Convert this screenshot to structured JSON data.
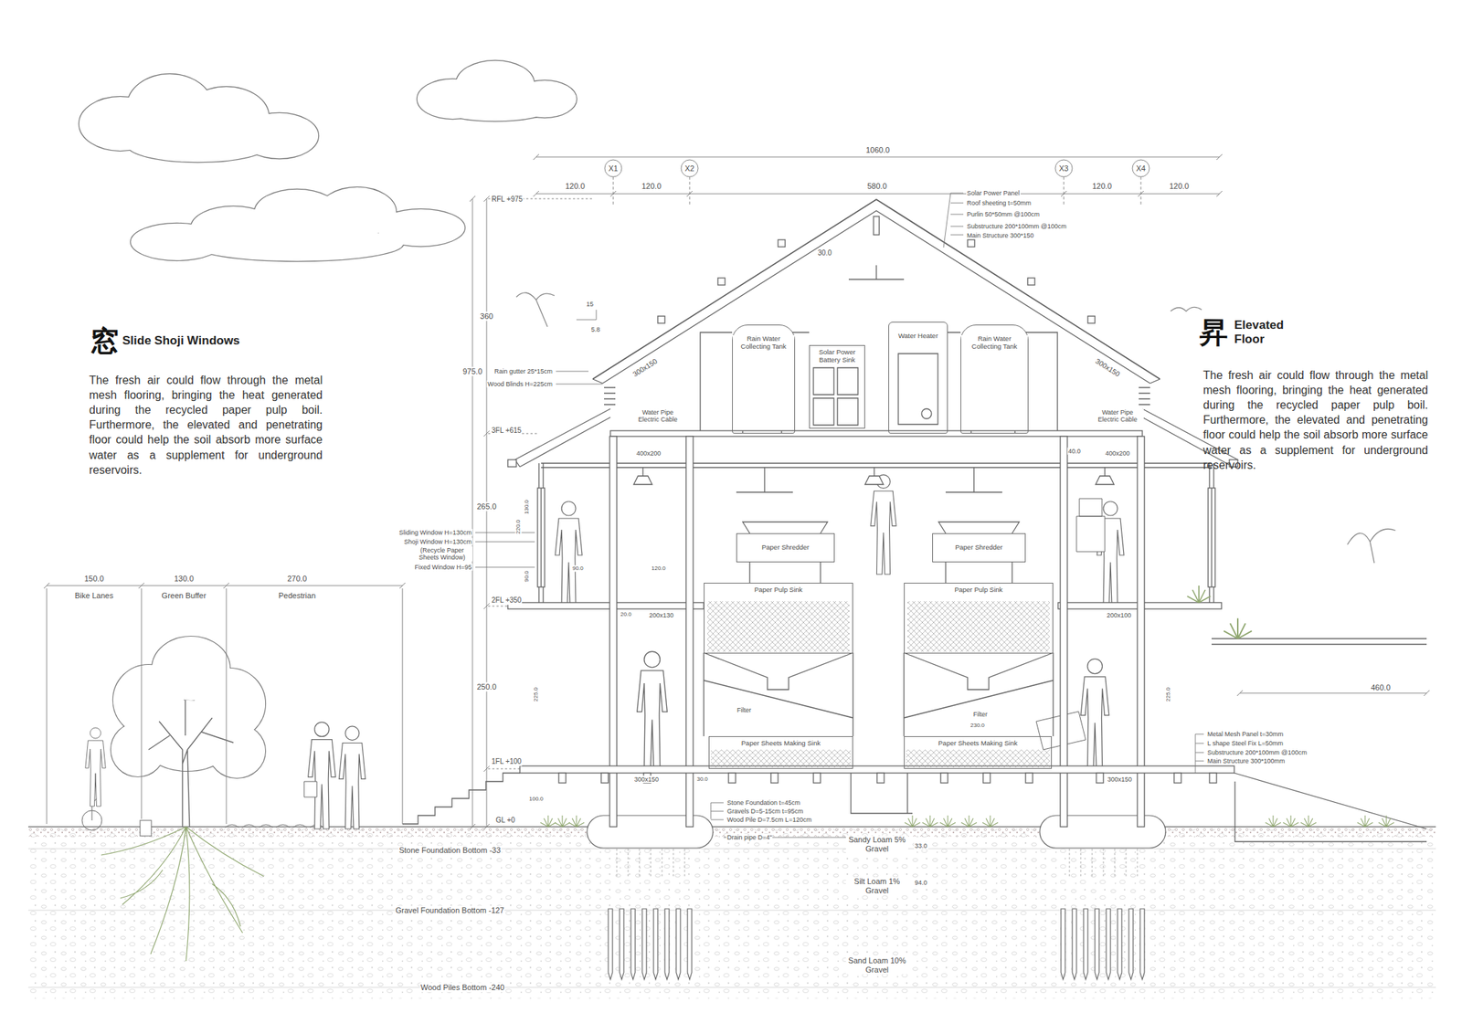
{
  "diagram": {
    "nodes": [
      {
        "text": [
          "Rain Water Collecting Tank"
        ]
      },
      {
        "text": [
          "Solar Power Battery Sink"
        ]
      },
      {
        "text": [
          "Water Heater"
        ]
      },
      {
        "text": [
          "Rain Water Collecting Tank"
        ]
      },
      {
        "text": [
          "Paper Shredder"
        ]
      },
      {
        "text": [
          "Paper Shredder"
        ]
      },
      {
        "text": [
          "Paper Pulp Sink"
        ]
      },
      {
        "text": [
          "Paper Pulp Sink"
        ]
      },
      {
        "text": [
          "Paper Sheets Making Sink"
        ]
      },
      {
        "text": [
          "Paper Sheets Making Sink"
        ]
      }
    ],
    "labels": [
      "1060.0",
      "X1",
      "X2",
      "X3",
      "X4",
      "120.0",
      "120.0",
      "580.0",
      "120.0",
      "120.0",
      "RFL +975",
      "360",
      "975.0",
      "3FL +615",
      "265.0",
      "2FL +350",
      "250.0",
      "1FL +100",
      "GL +0",
      "Solar Power Panel",
      "Roof sheeting t=50mm",
      "Purlin 50*50mm @100cm",
      "Substructure 200*100mm @100cm",
      "Main Structure 300*150",
      "30.0",
      "15",
      "5.8",
      "300x150",
      "300x150",
      "Water Pipe Electric Cable",
      "Water Pipe Electric Cable",
      "400x200",
      "400x200",
      "40.0",
      "Rain gutter 25*15cm",
      "Wood Blinds H=225cm",
      "Sliding Window H=130cm",
      "Shoji Window H=130cm",
      "(Recycle Paper Sheets Window)",
      "Fixed Window H=95",
      "130.0",
      "220.0",
      "90.0",
      "90.0",
      "120.0",
      "20.0",
      "200x130",
      "200x100",
      "225.0",
      "225.0",
      "230.0",
      "300x150",
      "300x150",
      "30.0",
      "100.0",
      "Stone Foundation t=45cm",
      "Gravels D=5-15cm t=95cm",
      "Wood Pile D=7.5cm L=120cm",
      "Drain pipe D=4\"",
      "Metal Mesh Panel t=30mm",
      "L shape Steel Fix L=50mm",
      "Substructure 200*100mm @100cm",
      "Main Structure 300*100mm",
      "460.0",
      "150.0",
      "Bike Lanes",
      "130.0",
      "Green Buffer",
      "270.0",
      "Pedestrian",
      "Stone Foundation Bottom -33",
      "Gravel Foundation Bottom -127",
      "Wood Piles Bottom -240",
      "Sandy Loam 5% Gravel",
      "33.0",
      "Silt Loam 1% Gravel",
      "94.0",
      "Sand Loam 10% Gravel",
      "窓",
      "Slide Shoji Windows",
      "The fresh air could flow through the metal mesh flooring, bringing the heat generated during the recycled paper pulp boil. Furthermore, the elevated and penetrating floor could help the soil absorb more surface water as a supplement for underground reservoirs.",
      "昇",
      "Elevated Floor",
      "The fresh air could flow through the metal mesh flooring, bringing the heat generated during the recycled paper pulp boil. Furthermore, the elevated and penetrating floor could help the soil absorb more surface water as a supplement for underground reservoirs.",
      "Filter",
      "Filter"
    ]
  }
}
